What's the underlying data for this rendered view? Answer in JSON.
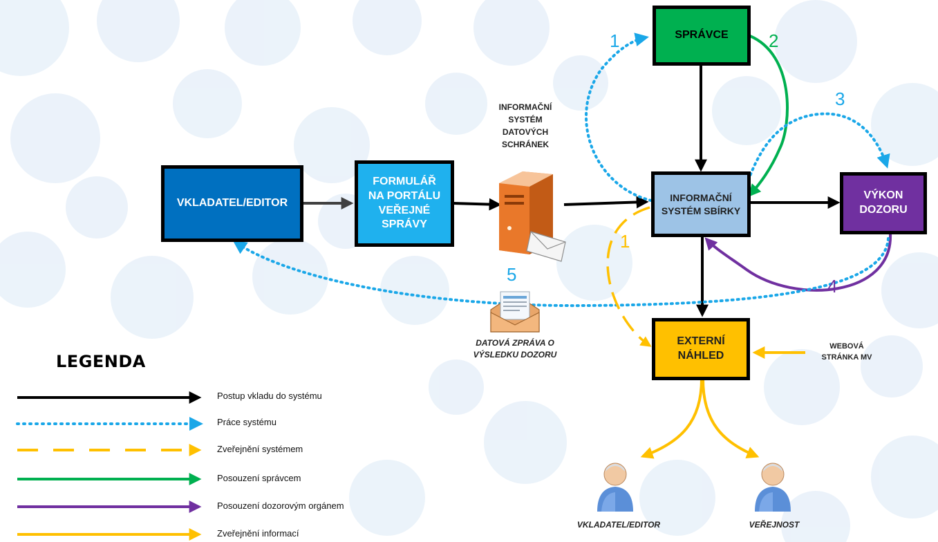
{
  "colors": {
    "black": "#000000",
    "blue_dotted": "#1aa7e8",
    "yellow": "#ffc000",
    "green": "#00b050",
    "purple": "#7030a0",
    "dark_gray": "#404040",
    "box_vkladatel": "#0070c0",
    "box_formular": "#1fb1ee",
    "box_spravce": "#00b050",
    "box_isb": "#9dc3e6",
    "box_vykon": "#7030a0",
    "box_externi": "#ffc000"
  },
  "boxes": {
    "vkladatel": "VKLADATEL/EDITOR",
    "formular": "FORMULÁŘ\nNA PORTÁLU\nVEŘEJNÉ\nSPRÁVY",
    "spravce": "SPRÁVCE",
    "isb": "INFORMAČNÍ\nSYSTÉM SBÍRKY",
    "vykon": "VÝKON\nDOZORU",
    "externi": "EXTERNÍ\nNÁHLED"
  },
  "labels": {
    "isds": "INFORMAČNÍ\nSYSTÉM\nDATOVÝCH\nSCHRÁNEK",
    "datova_zprava": "DATOVÁ ZPRÁVA O\nVÝSLEDKU DOZORU",
    "webova_stranka": "WEBOVÁ\nSTRÁNKA MV",
    "person_editor": "VKLADATEL/EDITOR",
    "person_verejnost": "VEŘEJNOST"
  },
  "steps": {
    "step1_blue": "1",
    "step2_green": "2",
    "step3_blue": "3",
    "step1_yellow": "1",
    "step4_purple": "4",
    "step5_blue": "5"
  },
  "legend": {
    "title": "LEGENDA",
    "items": [
      {
        "label": "Postup vkladu do systému",
        "style": "solid-black"
      },
      {
        "label": "Práce systému",
        "style": "dotted-blue"
      },
      {
        "label": "Zveřejnění systémem",
        "style": "dashed-yellow"
      },
      {
        "label": "Posouzení správcem",
        "style": "solid-green"
      },
      {
        "label": "Posouzení dozorovým orgánem",
        "style": "solid-purple"
      },
      {
        "label": "Zveřejnění informací",
        "style": "solid-yellow"
      }
    ]
  },
  "icons": {
    "server": "server-icon",
    "envelope": "envelope-icon",
    "open_envelope": "open-envelope-icon",
    "person": "person-icon"
  }
}
